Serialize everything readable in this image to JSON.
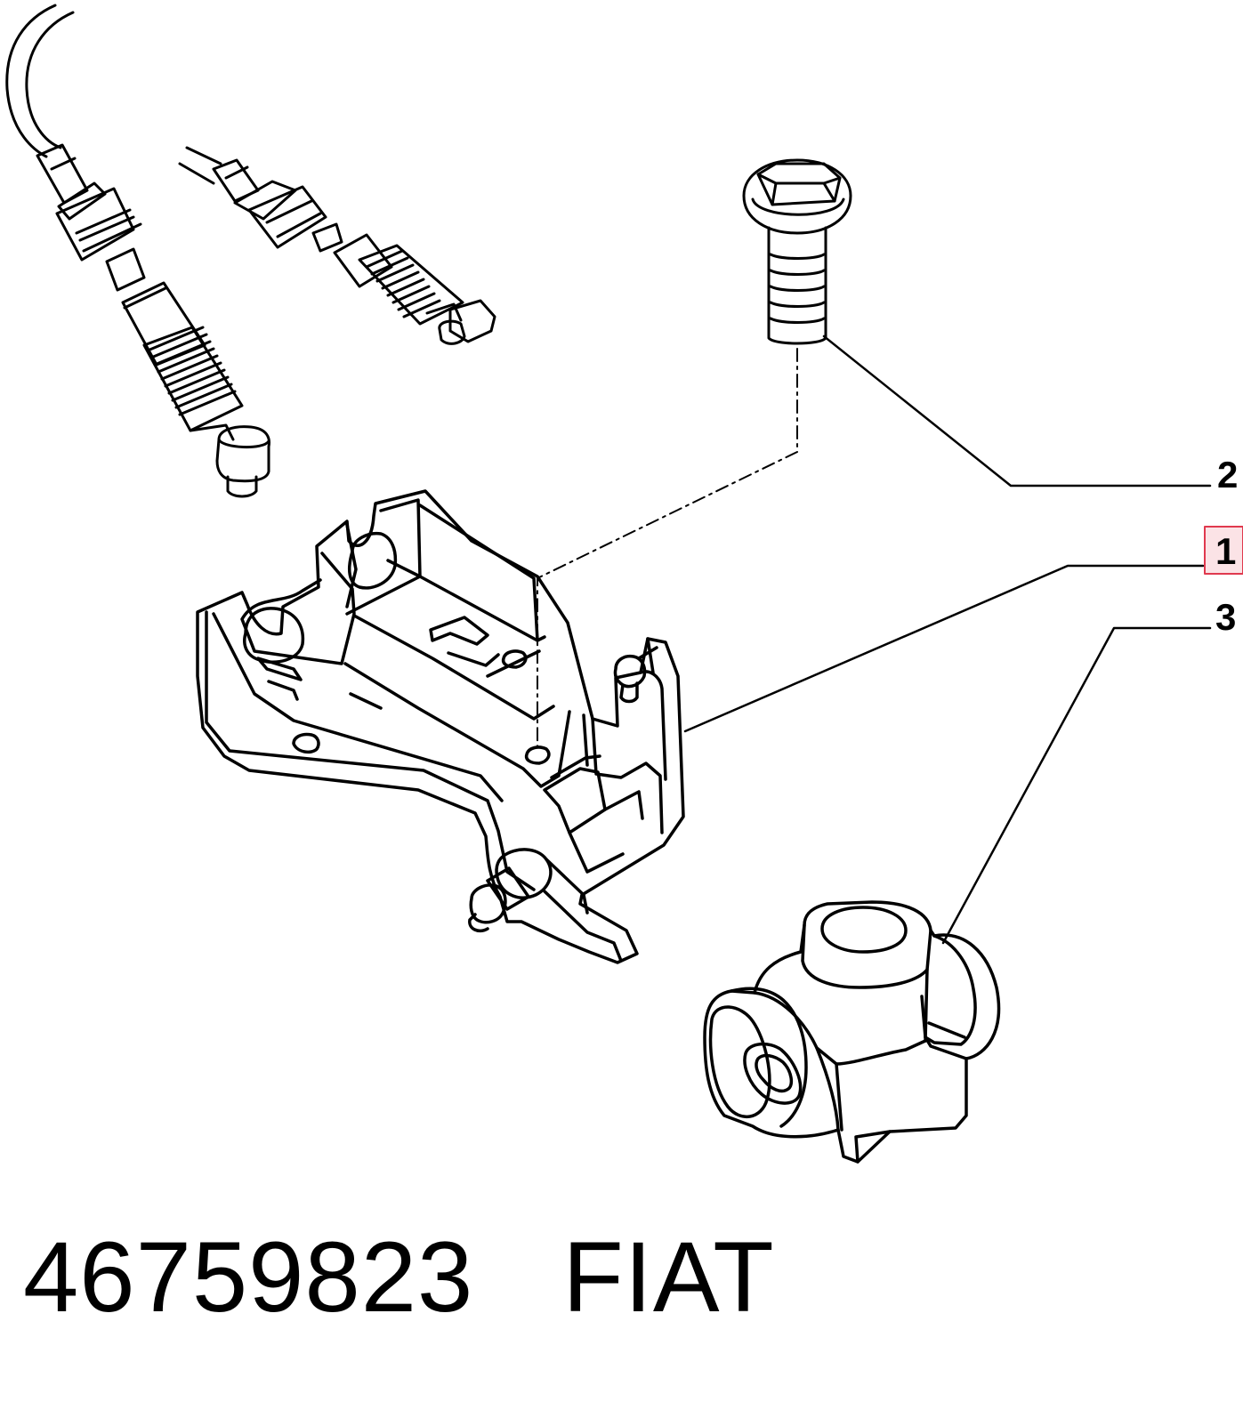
{
  "callouts": [
    {
      "label": "2",
      "highlighted": false
    },
    {
      "label": "1",
      "highlighted": true
    },
    {
      "label": "3",
      "highlighted": false
    }
  ],
  "caption": {
    "part_number": "46759823",
    "brand": "FIAT"
  },
  "colors": {
    "line": "#000000",
    "highlight_border": "#e0394e",
    "highlight_fill": "#fbe3e6"
  }
}
